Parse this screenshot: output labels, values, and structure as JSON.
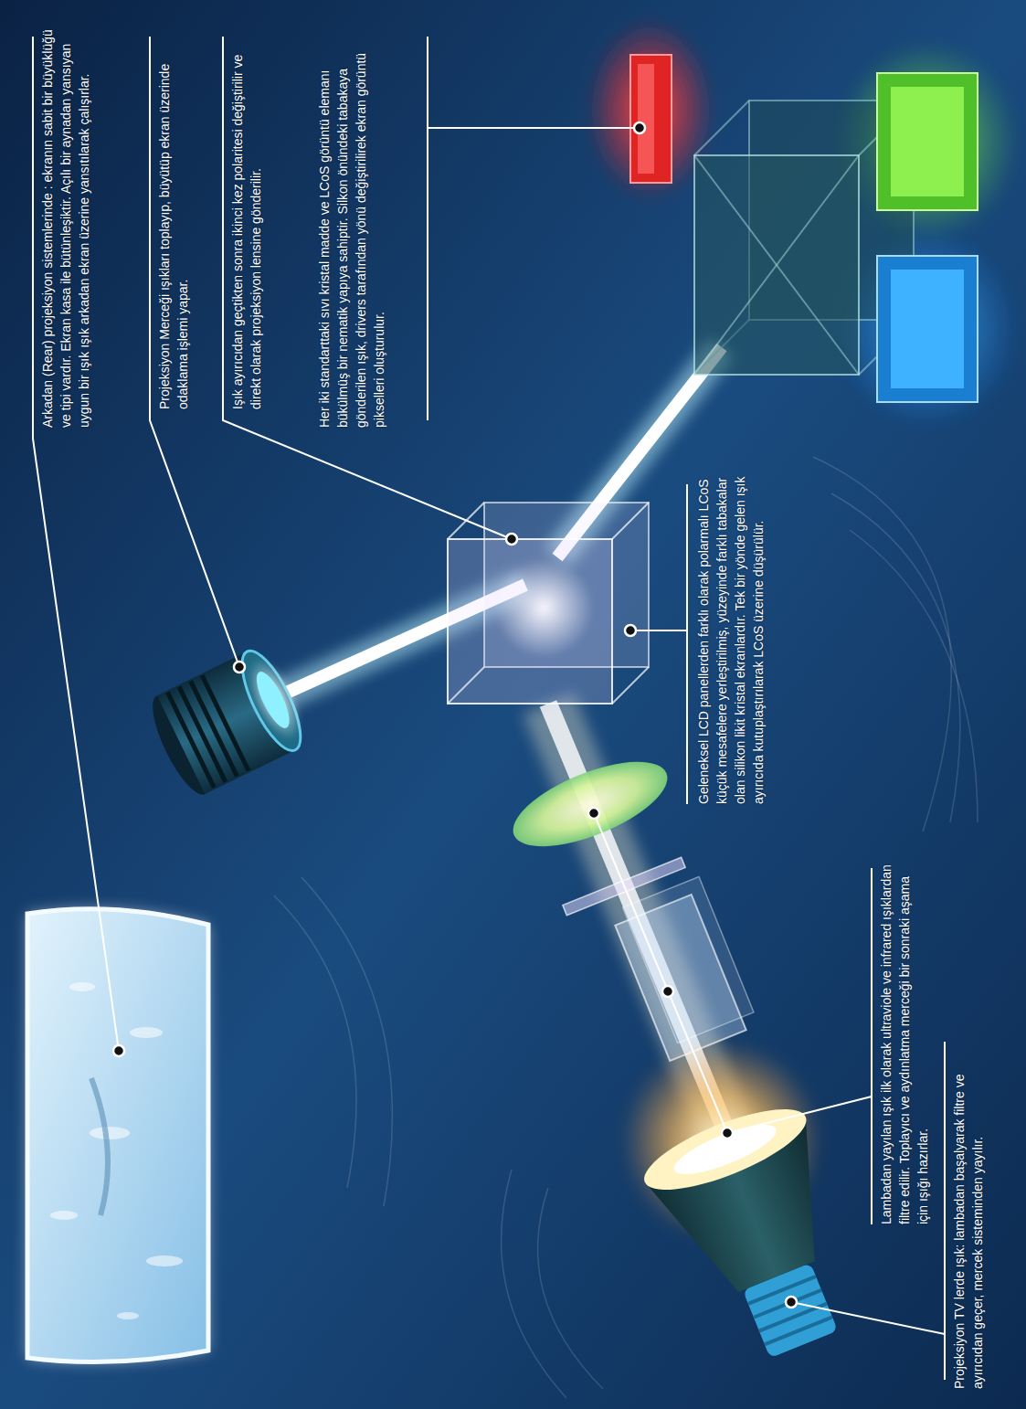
{
  "diagram": {
    "labels": [
      "Arkadan (Rear) projeksiyon sistemlerinde : ekranın sabit bir büyüklüğü ve tipi vardır. Ekran kasa ile bütünleşiktir. Açılı bir aynadan yansıyan uygun bir ışık ışık arkadan ekran üzerine yansıtılarak çalışırlar.",
      "Projeksiyon Merceği ışıkları toplayıp, büyütüp ekran üzerinde odaklama işlemi yapar.",
      "Işık ayırıcıdan geçtikten sonra ikinci kez polaritesi değiştirilir ve direkt olarak projeksiyon lensine gönderilir.",
      "Her iki standarttaki sıvı kristal madde ve LCoS görüntü elemanı bükülmüş bir nematik yapıya sahiptir. Silkon önündeki tabakaya gönderilen ışık, drivers tarafından yönü değiştirilirek ekran görüntü pikselleri oluşturulur.",
      "Geleneksel LCD panellerden farklı olarak polarmalı LCoS küçük mesafelere yerleştirilmiş, yüzeyinde farklı tabakalar olan silikon likit kristal ekranlardır. Tek bir yönde gelen ışık ayırıcıda kutuplaştırılarak LCoS üzerine düşürülür.",
      "Lambadan yayılan ışık ilk olarak ultraviole ve infrared ışıklardan filtre edilir. Toplayıcı ve aydınlatma merceği bir sonraki aşama için ışığı hazırlar.",
      "Projeksiyon TV lerde ışık: lambadan başalyarak filtre ve ayırıcıdan geçer, mercek sisteminden yayılır."
    ]
  }
}
